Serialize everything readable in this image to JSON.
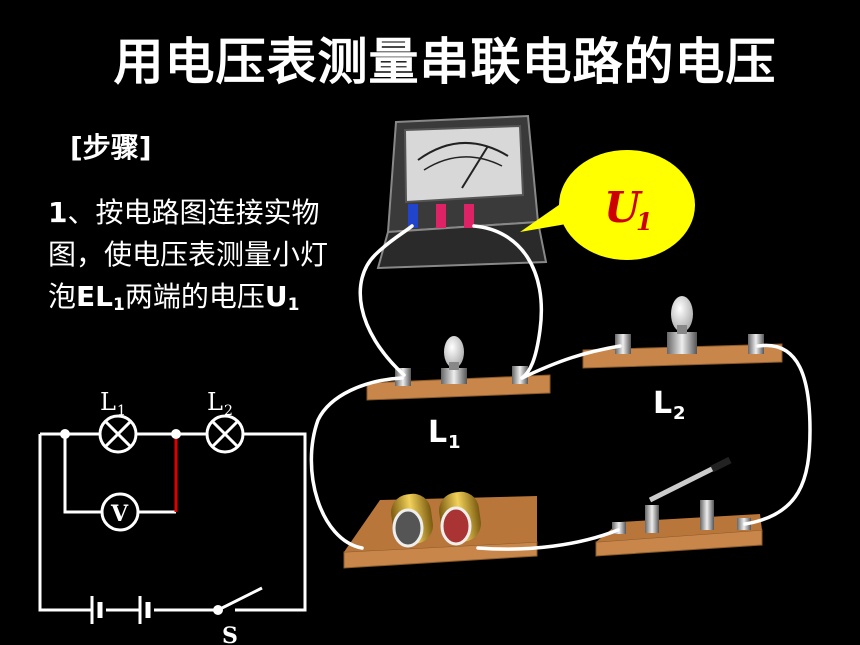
{
  "title": "用电压表测量串联电路的电压",
  "steps": {
    "heading": "[步骤]",
    "step1_num": "1",
    "step1_text_a": "、按电路图连接实物图，使电压表测量小灯泡",
    "step1_el": "EL",
    "step1_el_sub": "1",
    "step1_text_b": "两端的电压",
    "step1_u": "U",
    "step1_u_sub": "1"
  },
  "callout": {
    "symbol": "U",
    "sub": "1",
    "fill": "#ffff00",
    "text_color": "#cc0000"
  },
  "schematic": {
    "lamp1_label": "L",
    "lamp1_sub": "1",
    "lamp2_label": "L",
    "lamp2_sub": "2",
    "meter_label": "V",
    "switch_label": "S",
    "wire_color": "#ffffff",
    "highlight_color": "#dd0000"
  },
  "apparatus": {
    "board1_label": "L",
    "board1_sub": "1",
    "board2_label": "L",
    "board2_sub": "2",
    "board_color": "#c8864a"
  }
}
